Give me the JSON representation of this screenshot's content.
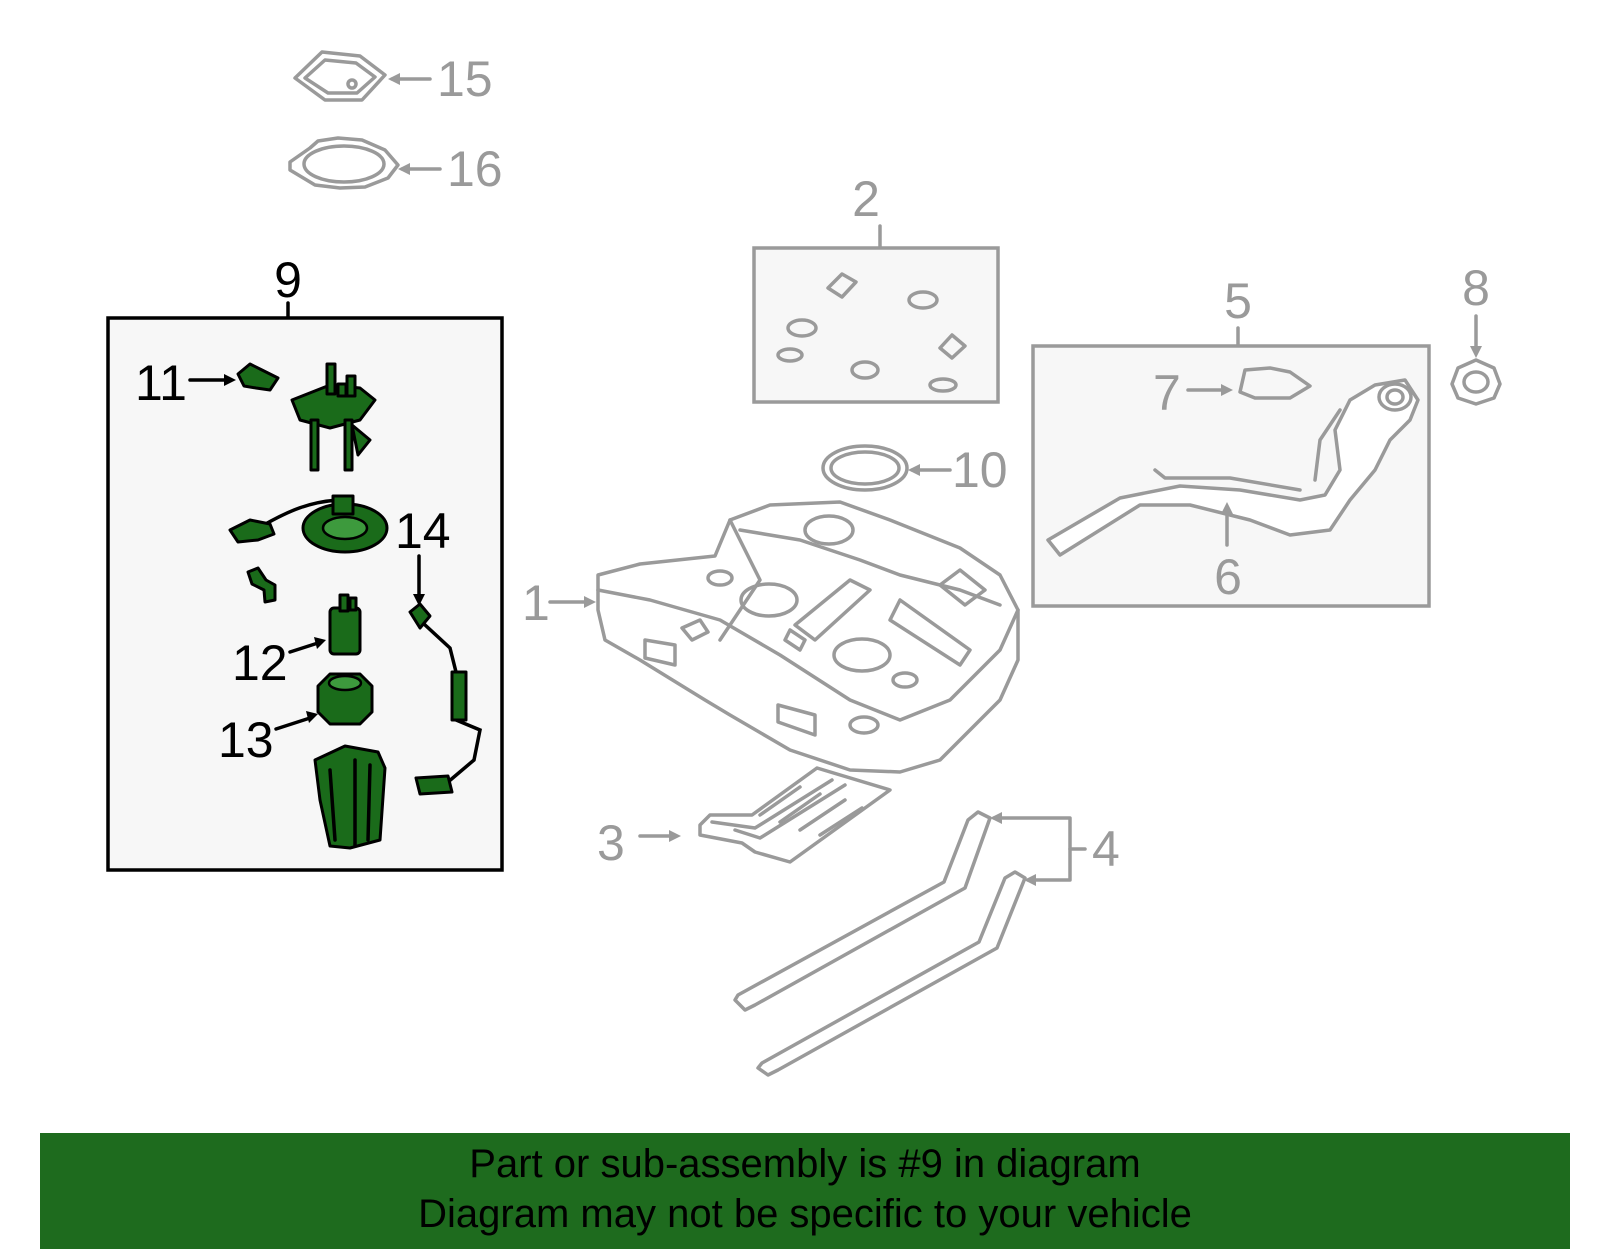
{
  "callouts": {
    "c1": "1",
    "c2": "2",
    "c3": "3",
    "c4": "4",
    "c5": "5",
    "c6": "6",
    "c7": "7",
    "c8": "8",
    "c9": "9",
    "c10": "10",
    "c11": "11",
    "c12": "12",
    "c13": "13",
    "c14": "14",
    "c15": "15",
    "c16": "16"
  },
  "highlighted_part": "9",
  "colors": {
    "highlight_fill": "#1a6b1a",
    "line_grey": "#9a9a9a",
    "banner_bg": "#1e6b1e"
  },
  "banner": {
    "line1": "Part or sub-assembly is #9 in diagram",
    "line2": "Diagram may not be specific to your vehicle"
  }
}
